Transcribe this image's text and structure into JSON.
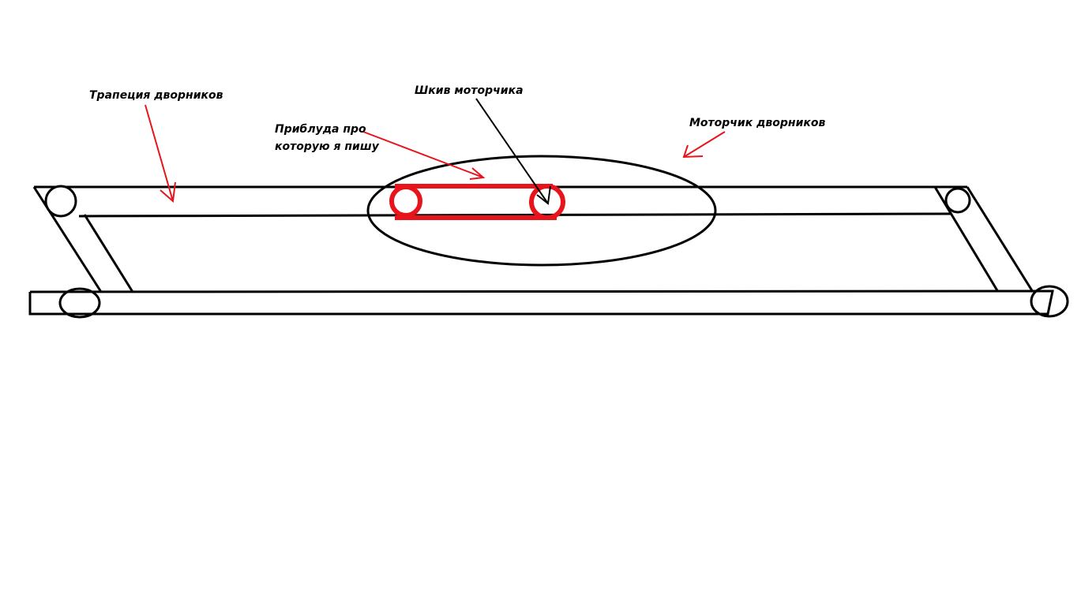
{
  "labels": {
    "trapezoid": "Трапеция дворников",
    "device_line1": "Приблуда про",
    "device_line2": "которую я пишу",
    "pulley": "Шкив моторчика",
    "motor": "Моторчик дворников"
  },
  "colors": {
    "stroke": "#000000",
    "highlight": "#e8141c",
    "background": "#ffffff"
  }
}
